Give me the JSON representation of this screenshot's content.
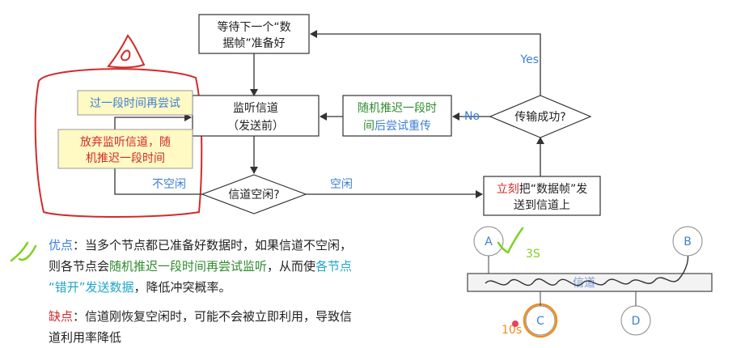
{
  "flow": {
    "wait_box": [
      "等待下一个“数",
      "据帧”准备好"
    ],
    "listen_box": [
      "监听信道",
      "（发送前）"
    ],
    "retry_box": "过一段时间再尝试",
    "giveup_box": [
      "放弃监听信道，随",
      "机推迟一段时间"
    ],
    "random_box_line1": "随机推迟一段时",
    "random_box_line2_a": "间",
    "random_box_line2_b": "后尝试重传",
    "success_decision": "传输成功?",
    "idle_decision": "信道空闲?",
    "send_box_line1_a": "立刻",
    "send_box_line1_b": "把“数据帧”发",
    "send_box_line2": "送到信道上",
    "label_yes": "Yes",
    "label_no": "No",
    "label_busy": "不空闲",
    "label_idle": "空闲"
  },
  "notes": {
    "pros_label": "优点",
    "pros_line1": "：当多个节点都已准备好数据时，如果信道不空闲，",
    "pros_line2_a": "则各节点会",
    "pros_line2_b": "随机推迟一段时间再尝试监听",
    "pros_line2_c": "，从而使",
    "pros_line2_d": "各节点",
    "pros_line3_a": "“错开”发送数据",
    "pros_line3_b": "，降低冲突概率。",
    "cons_label": "缺点",
    "cons_line1": "：信道刚恢复空闲时，可能不会被立即利用，导致信",
    "cons_line2": "道利用率降低"
  },
  "network": {
    "node_a": "A",
    "node_b": "B",
    "node_c": "C",
    "node_d": "D",
    "channel_label": "信道",
    "note_3s": "3S",
    "note_10s": "10s"
  },
  "colors": {
    "red": "#d42a2a",
    "blue": "#3d7fd6",
    "green": "#2e8b2e",
    "cyan": "#1fa6c9",
    "orange": "#f28c1a",
    "handwrite_green": "#7fd11f",
    "retry_fill": "#fff9c4",
    "giveup_fill": "#fff9c4"
  }
}
